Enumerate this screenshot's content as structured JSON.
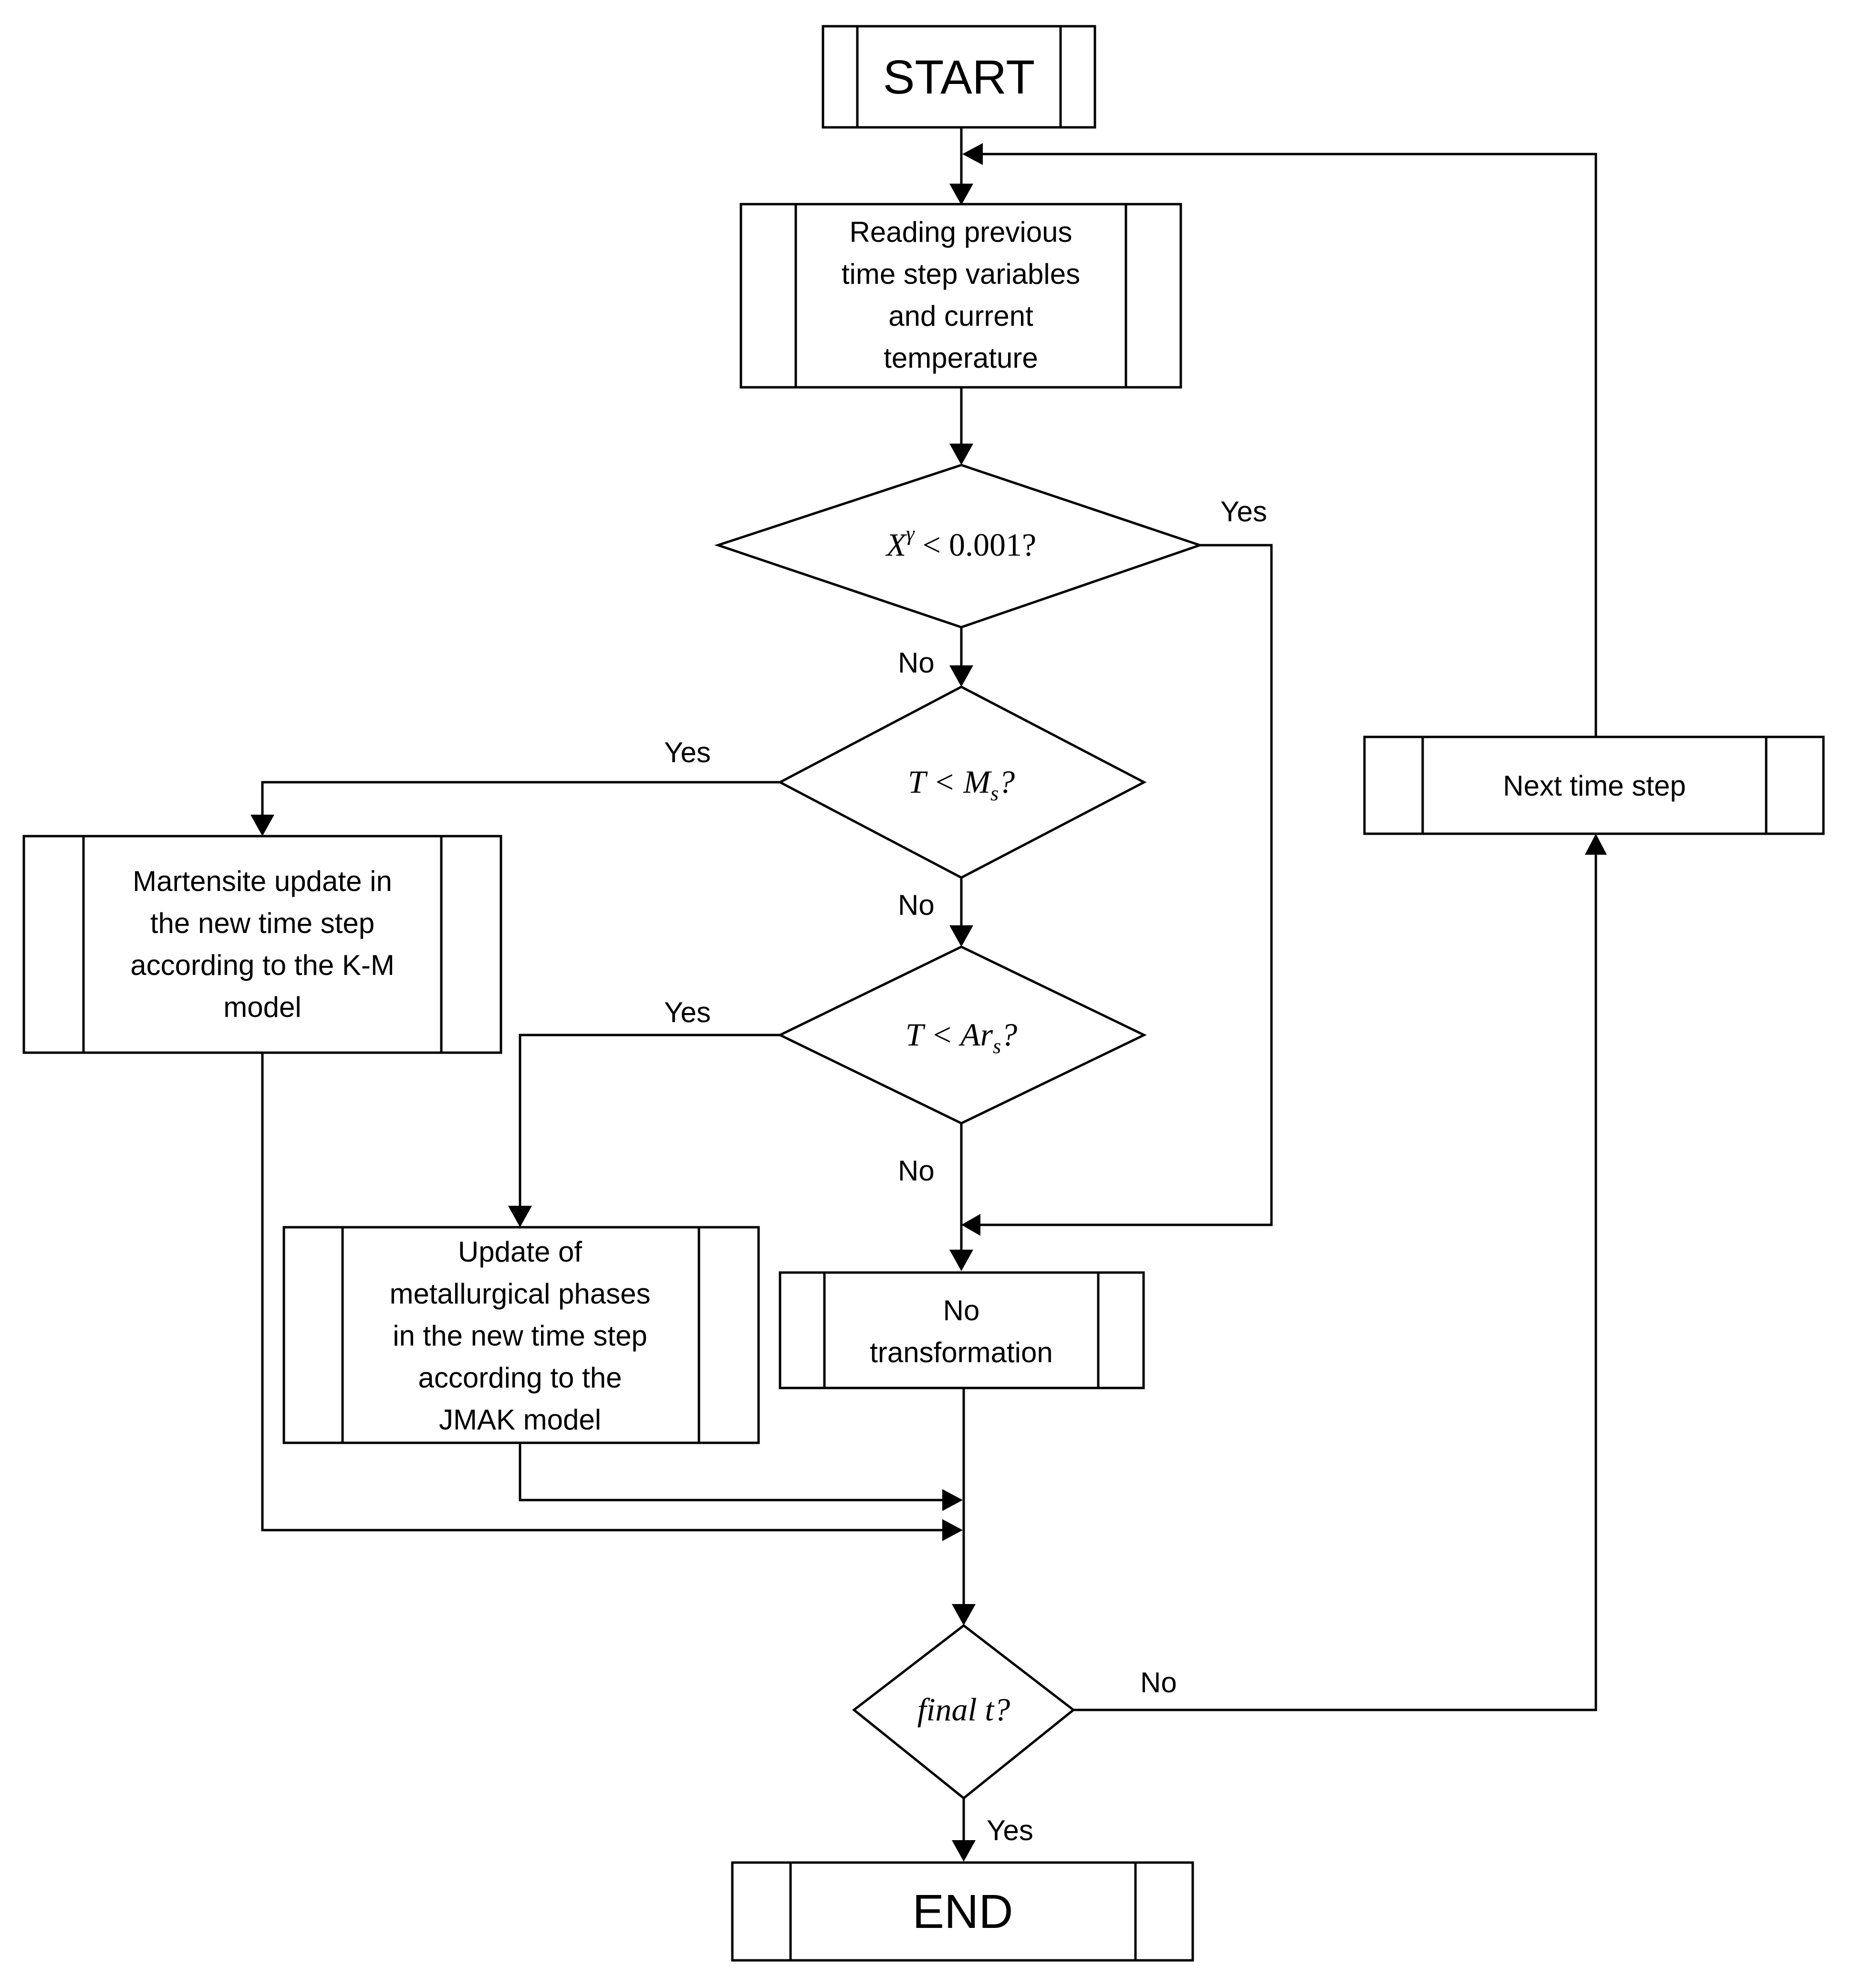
{
  "nodes": {
    "start": "START",
    "read": [
      "Reading previous",
      "time step variables",
      "and current",
      "temperature"
    ],
    "cond_x": {
      "var": "X",
      "sup": "γ",
      "rest": " < 0.001?"
    },
    "cond_ms": {
      "lhs": "T < M",
      "sub": "s",
      "tail": "?"
    },
    "cond_ars": {
      "lhs": "T < Ar",
      "sub": "s",
      "tail": "?"
    },
    "martensite": [
      "Martensite update in",
      "the new time step",
      "according to the K-M",
      "model"
    ],
    "jmak": [
      "Update of",
      "metallurgical phases",
      "in the new time step",
      "according to the",
      "JMAK model"
    ],
    "no_transform": [
      "No",
      "transformation"
    ],
    "cond_final": "final t?",
    "next_step": "Next time step",
    "end": "END"
  },
  "edge_labels": {
    "x_yes": "Yes",
    "x_no": "No",
    "ms_yes": "Yes",
    "ms_no": "No",
    "ars_yes": "Yes",
    "ars_no": "No",
    "final_no": "No",
    "final_yes": "Yes"
  }
}
